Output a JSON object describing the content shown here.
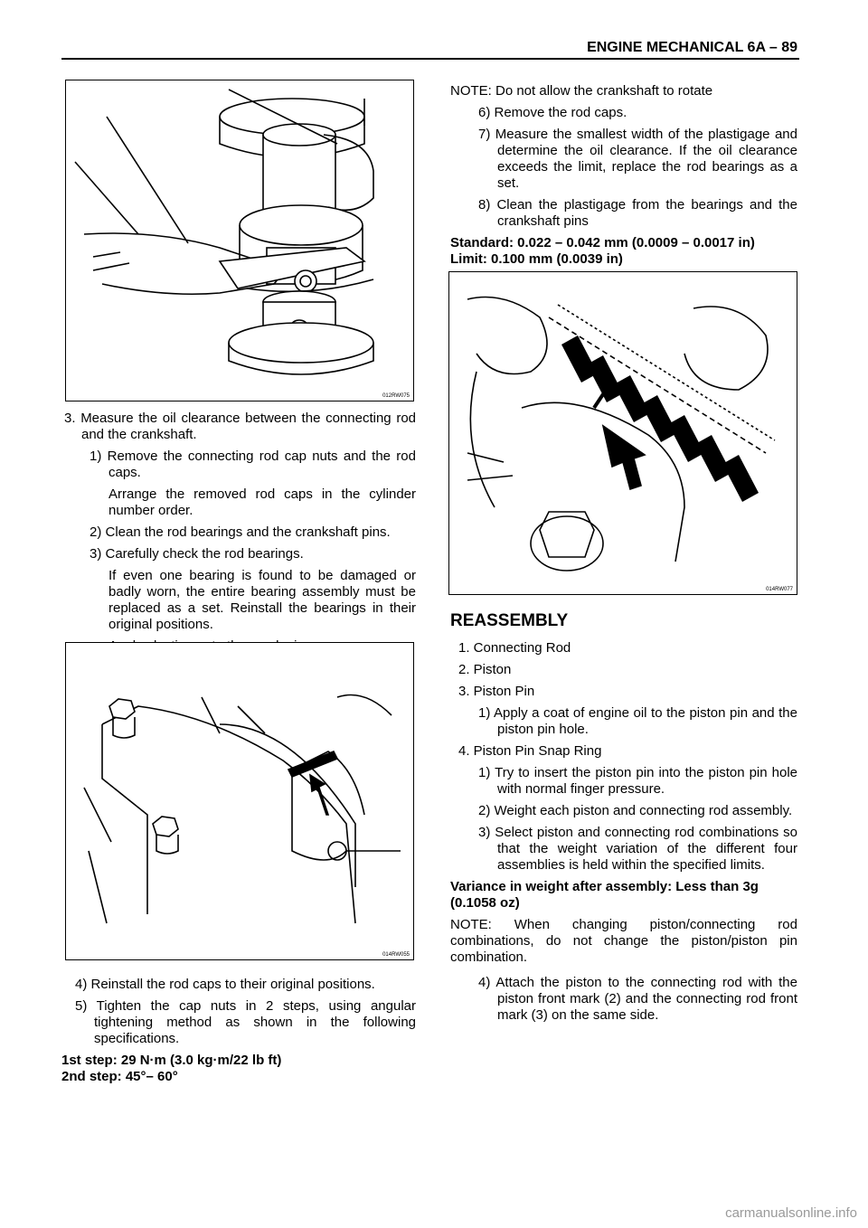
{
  "header": {
    "title": "ENGINE MECHANICAL  6A – 89"
  },
  "figures": {
    "fig1_code": "012RW075",
    "fig2_code": "014RW055",
    "fig3_code": "014RW077"
  },
  "left": {
    "step3": "3. Measure the oil clearance between the connecting rod and the crankshaft.",
    "sub1": "1) Remove the connecting rod cap nuts and the rod caps.",
    "sub1_cont": "Arrange the removed rod caps in the cylinder number order.",
    "sub2": "2) Clean the rod bearings and the crankshaft pins.",
    "sub3": "3) Carefully check the rod bearings.",
    "sub3_cont1": "If even one bearing is found to be damaged or badly worn, the entire bearing assembly must be replaced as a set. Reinstall the bearings in their original positions.",
    "sub3_cont2": "Apply plastigage to the crank pin.",
    "sub4": "4) Reinstall the rod caps to their original positions.",
    "sub5": "5) Tighten the cap nuts in 2 steps, using angular tightening method as shown in the following specifications.",
    "spec1": "1st step: 29 N·m (3.0 kg·m/22 lb ft)",
    "spec2": "2nd step: 45°– 60°"
  },
  "right": {
    "note1": "NOTE: Do not allow the crankshaft to rotate",
    "sub6": "6) Remove the rod caps.",
    "sub7": "7) Measure the smallest width of the plastigage and determine the oil clearance. If the oil clearance exceeds the limit, replace the rod bearings as a set.",
    "sub8": "8) Clean the plastigage from the bearings and the crankshaft pins",
    "standard": "Standard: 0.022 – 0.042 mm (0.0009 – 0.0017 in)",
    "limit": "Limit: 0.100 mm (0.0039 in)",
    "heading": "REASSEMBLY",
    "item1": "1. Connecting Rod",
    "item2": "2. Piston",
    "item3": "3. Piston Pin",
    "item3_sub1": "1) Apply a coat of engine oil to the piston pin and the piston pin hole.",
    "item4": "4. Piston Pin Snap Ring",
    "item4_sub1": "1) Try to insert the piston pin into the piston pin hole with normal finger pressure.",
    "item4_sub2": "2) Weight each piston and connecting rod assembly.",
    "item4_sub3": "3) Select piston and connecting rod combinations so that the weight variation of the different four assemblies is held within the specified limits.",
    "variance": "Variance in weight after assembly: Less than 3g (0.1058 oz)",
    "note2": "NOTE: When changing piston/connecting rod combinations, do not change the piston/piston pin combination.",
    "item4_sub4": "4) Attach the piston to the connecting rod with the piston front mark (2) and the connecting rod front mark (3) on the same side."
  },
  "watermark": "carmanualsonline.info"
}
